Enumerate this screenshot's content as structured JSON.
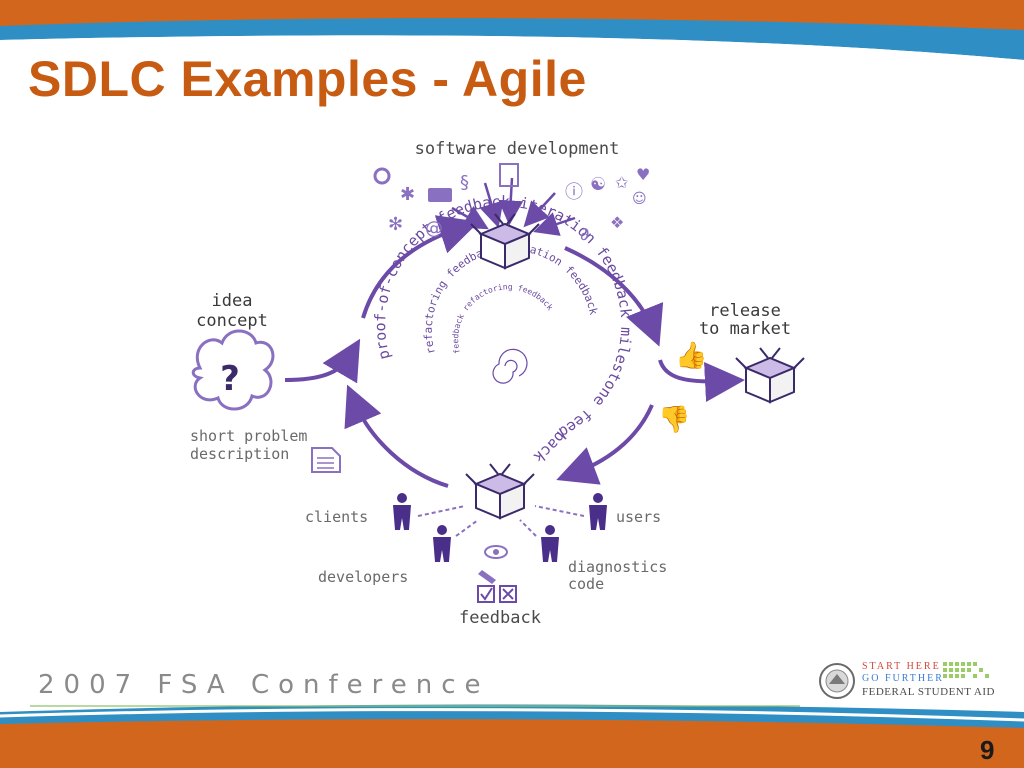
{
  "slide": {
    "title": "SDLC Examples - Agile",
    "page_number": "9"
  },
  "colors": {
    "accent_orange": "#c75b12",
    "header_orange": "#d2661c",
    "band_blue": "#2f8fc4",
    "diagram_purple": "#6b4aa8",
    "diagram_text": "#4a4a4a"
  },
  "diagram": {
    "top_label": "software development",
    "left_label_line1": "idea",
    "left_label_line2": "concept",
    "right_label_line1": "release",
    "right_label_line2": "to market",
    "problem_line1": "short problem",
    "problem_line2": "description",
    "clients": "clients",
    "users": "users",
    "developers": "developers",
    "diagnostics_line1": "diagnostics",
    "diagnostics_line2": "code",
    "feedback": "feedback",
    "spiral_outer": "proof-of-concept feedback iteration feedback milestone feedback",
    "spiral_middle": "refactoring feedback iteration feedback",
    "spiral_inner": "feedback refactoring feedback",
    "icons": [
      "question-cloud-icon",
      "open-box-icon",
      "thumbs-up-icon",
      "thumbs-down-icon",
      "person-icon",
      "eye-icon",
      "checkbox-icon",
      "document-icon"
    ]
  },
  "footer": {
    "conference": "2007 FSA Conference",
    "logo_line1": "START HERE",
    "logo_line2": "GO FURTHER",
    "logo_line3": "FEDERAL STUDENT AID"
  }
}
